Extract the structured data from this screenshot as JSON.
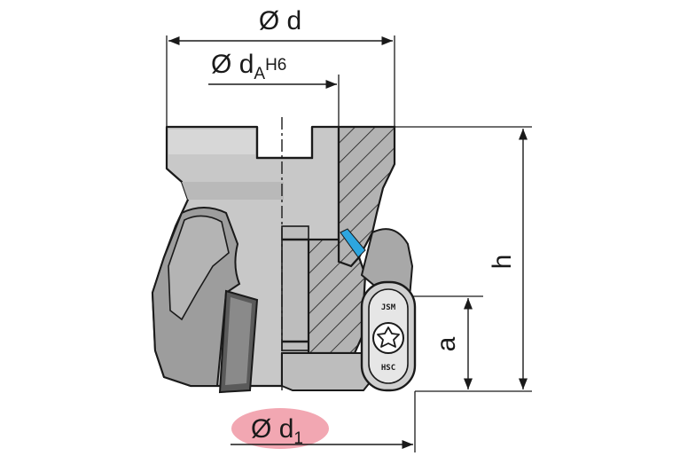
{
  "labels": {
    "d": {
      "prefix": "Ø",
      "main": "d"
    },
    "dA": {
      "prefix": "Ø",
      "main": "d",
      "sub": "A",
      "tolerance": "H6"
    },
    "h": {
      "main": "h"
    },
    "a": {
      "main": "a"
    },
    "d1": {
      "prefix": "Ø",
      "main": "d",
      "sub": "1",
      "highlight": "#f2a7b2"
    }
  },
  "insert": {
    "marking_top": "JSM",
    "marking_bottom": "HSC"
  },
  "colors": {
    "body": "#c8c8c8",
    "body_dark": "#9a9a9a",
    "section": "#b0b0b0",
    "outline": "#1a1a1a",
    "coolant": "#2ea6df",
    "highlight": "#f2a7b2"
  }
}
